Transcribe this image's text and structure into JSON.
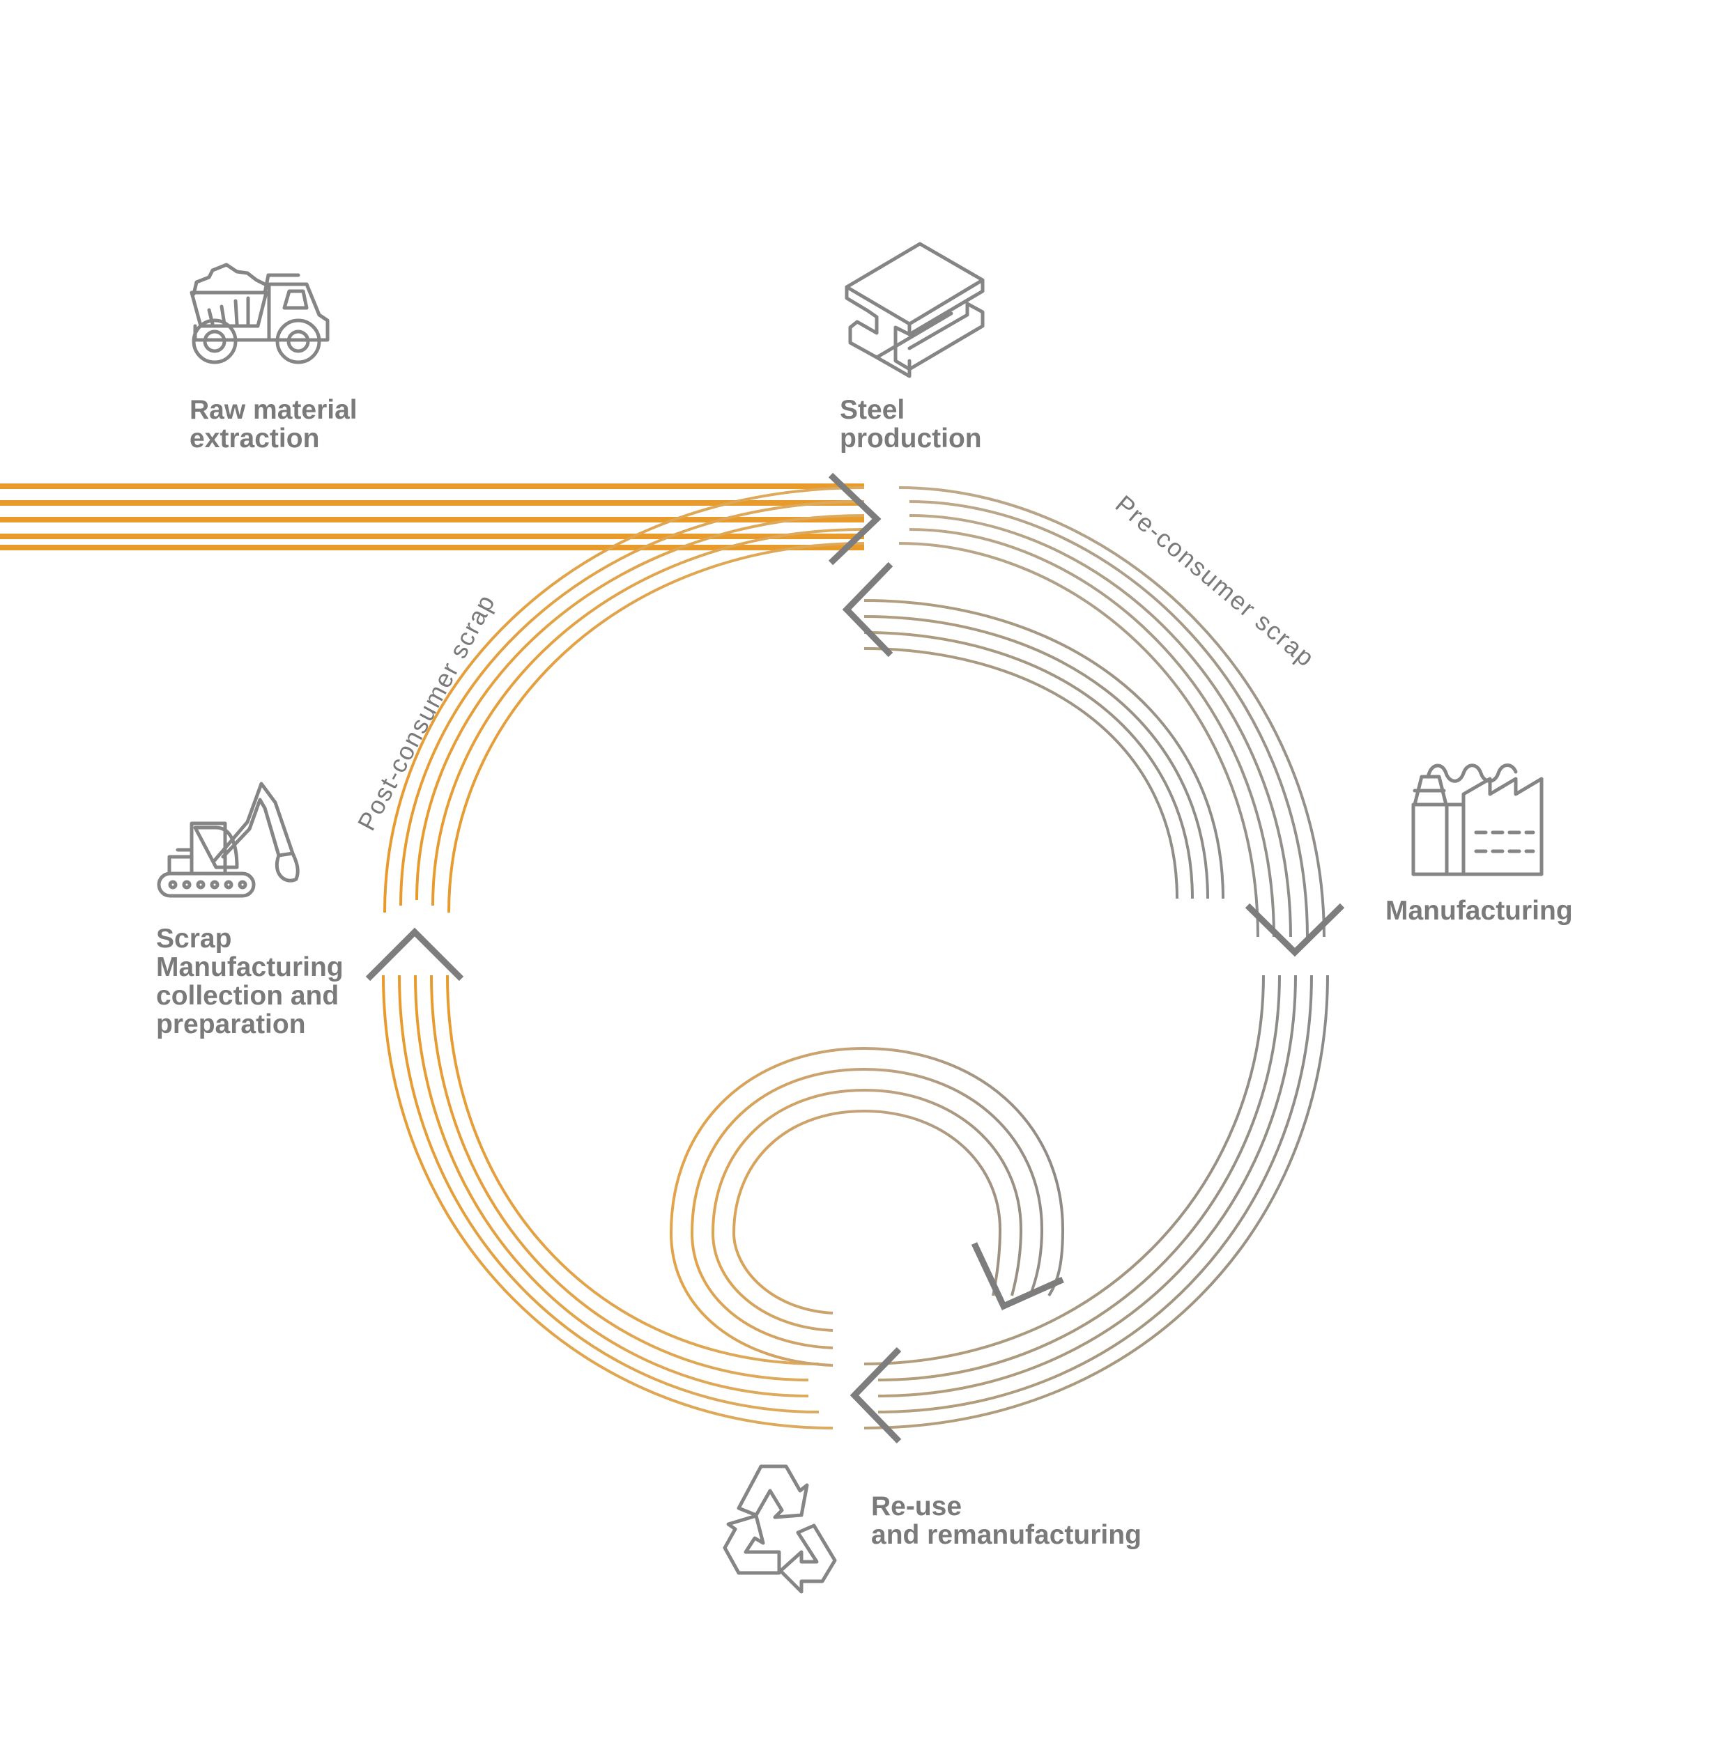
{
  "colors": {
    "orange": "#e89a2b",
    "orange_soft": "#dcab61",
    "gray": "#8a8a8a",
    "taupe": "#b49f7f",
    "chevron": "#7d7d7d",
    "text": "#7a7a7a"
  },
  "stages": {
    "raw_material": {
      "line1": "Raw material",
      "line2": "extraction",
      "icon": "dump-truck-icon"
    },
    "steel_production": {
      "line1": "Steel",
      "line2": "production",
      "icon": "steel-beam-icon"
    },
    "manufacturing": {
      "label": "Manufacturing",
      "icon": "factory-icon"
    },
    "reuse": {
      "line1": "Re-use",
      "line2": "and remanufacturing",
      "icon": "recycle-icon"
    },
    "scrap": {
      "line1": "Scrap",
      "line2": "Manufacturing",
      "line3": "collection and",
      "line4": "preparation",
      "icon": "excavator-icon"
    }
  },
  "flows": {
    "pre_consumer": "Pre-consumer scrap",
    "post_consumer": "Post-consumer scrap"
  }
}
